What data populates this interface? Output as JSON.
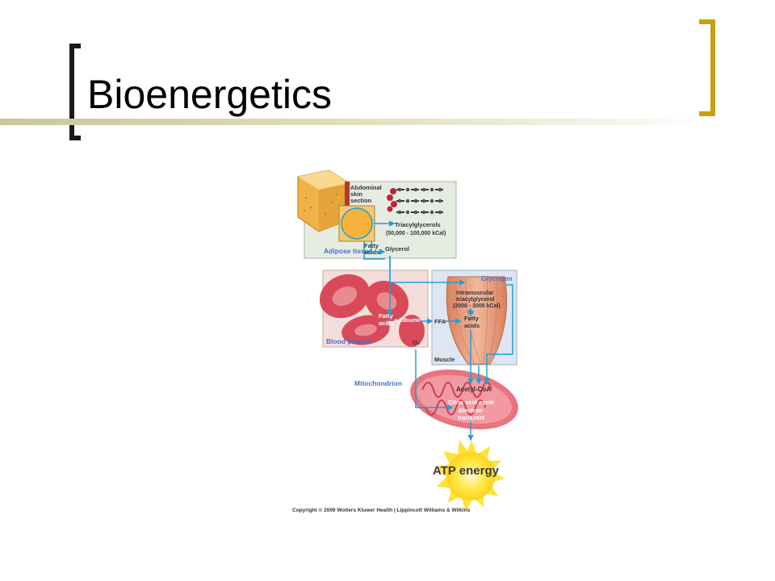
{
  "slide": {
    "title": "Bioenergetics"
  },
  "figure": {
    "labels": {
      "abdominal_line1": "Abdominal",
      "abdominal_line2": "skin",
      "abdominal_line3": "section",
      "triacylglycerols": "Triacylglycerols",
      "tag_kcal": "(50,000 - 100,000 kCal)",
      "adipose_tissue": "Adipose tissue",
      "fatty_acids_line1": "Fatty",
      "fatty_acids_line2": "acids",
      "glycerol": "Glycerol",
      "glycogen": "Glycogen",
      "intramuscular_line1": "Intramuscular",
      "intramuscular_line2": "triacylglycerol",
      "intramuscular_line3": "(2000 - 3000 kCal)",
      "muscle_fatty_line1": "Fatty",
      "muscle_fatty_line2": "acids",
      "plasma_fatty_line1": "Fatty",
      "plasma_fatty_line2": "acids",
      "albumin": "• Albumin",
      "ffa": "FFA",
      "blood_plasma": "Blood plasma",
      "o2": "O₂",
      "muscle": "Muscle",
      "mitochondrion": "Mitochondrion",
      "acetyl_coa": "Acetyl-CoA",
      "citric_line": "Citric acid cycle",
      "electron_line1": "Electron",
      "electron_line2": "transport",
      "atp_energy": "ATP energy",
      "copyright": "Copyright © 2009 Wolters Kluwer Health | Lippincott Williams & Wilkins"
    }
  },
  "colors": {
    "accent_gold": "#c8a013",
    "arrow_blue": "#1ea0d6",
    "label_blue": "#4a6fc8",
    "panel_green": "#e6ece2",
    "panel_blue": "#dde6f1",
    "blood_red": "#d84a5a",
    "muscle_orange": "#e59a7a",
    "sun_yellow": "#ffe23a"
  }
}
